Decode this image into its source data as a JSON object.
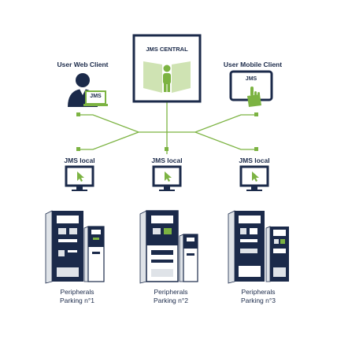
{
  "central": {
    "title": "JMS CENTRAL"
  },
  "web_client": {
    "title": "User Web Client",
    "screen_text": "JMS"
  },
  "mobile_client": {
    "title": "User Mobile Client",
    "screen_text": "JMS"
  },
  "locals": [
    {
      "title": "JMS local",
      "caption_line1": "Peripherals",
      "caption_line2": "Parking n°1"
    },
    {
      "title": "JMS local",
      "caption_line1": "Peripherals",
      "caption_line2": "Parking n°2"
    },
    {
      "title": "JMS local",
      "caption_line1": "Peripherals",
      "caption_line2": "Parking n°3"
    }
  ],
  "colors": {
    "navy": "#1b2a4a",
    "green": "#7cb342",
    "light_green": "#cfe3b3",
    "gray": "#dfe3e8"
  }
}
